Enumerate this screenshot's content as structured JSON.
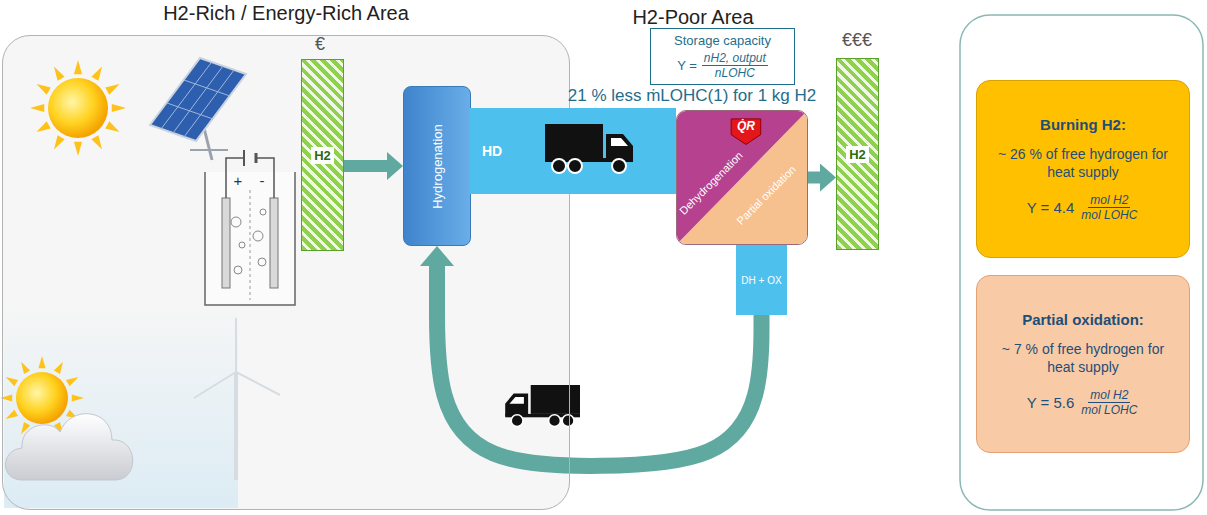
{
  "diagram": {
    "nodes": [
      {
        "text": [
          "H2-Rich / Energy-Rich Area"
        ]
      },
      {
        "text": [
          "H2"
        ],
        "in": 0
      },
      {
        "text": [
          "Hydrogenation"
        ],
        "in": 0
      },
      {
        "text": [
          "HD"
        ]
      },
      {
        "text": [
          "Dehydrogenation",
          "Partial oxidation"
        ]
      },
      {
        "text": [
          "DH + OX"
        ]
      },
      {
        "text": [
          "H2"
        ]
      },
      {
        "text": [
          "Storage capacity",
          "Y =",
          "nH2, output",
          "nLOHC"
        ]
      },
      {
        "text": [
          "Burning H2:",
          "~ 26 % of free hydrogen for heat supply",
          "Y = 4.4",
          "mol H2",
          "mol LOHC"
        ]
      },
      {
        "text": [
          "Partial oxidation:",
          "~ 7 % of free hydrogen for heat supply",
          "Y = 5.6",
          "mol H2",
          "mol LOHC"
        ]
      }
    ],
    "edges": [
      {
        "from": 1,
        "to": 2,
        "arrow": "to"
      },
      {
        "from": 4,
        "to": 6,
        "arrow": "to"
      },
      {
        "from": 5,
        "to": 2,
        "arrow": "to"
      }
    ],
    "labels": [
      "H2-Poor Area",
      "€",
      "€€€",
      "21 % less ṁLOHC(1) for 1 kg H2",
      "Q̇R",
      "+",
      "-"
    ]
  }
}
